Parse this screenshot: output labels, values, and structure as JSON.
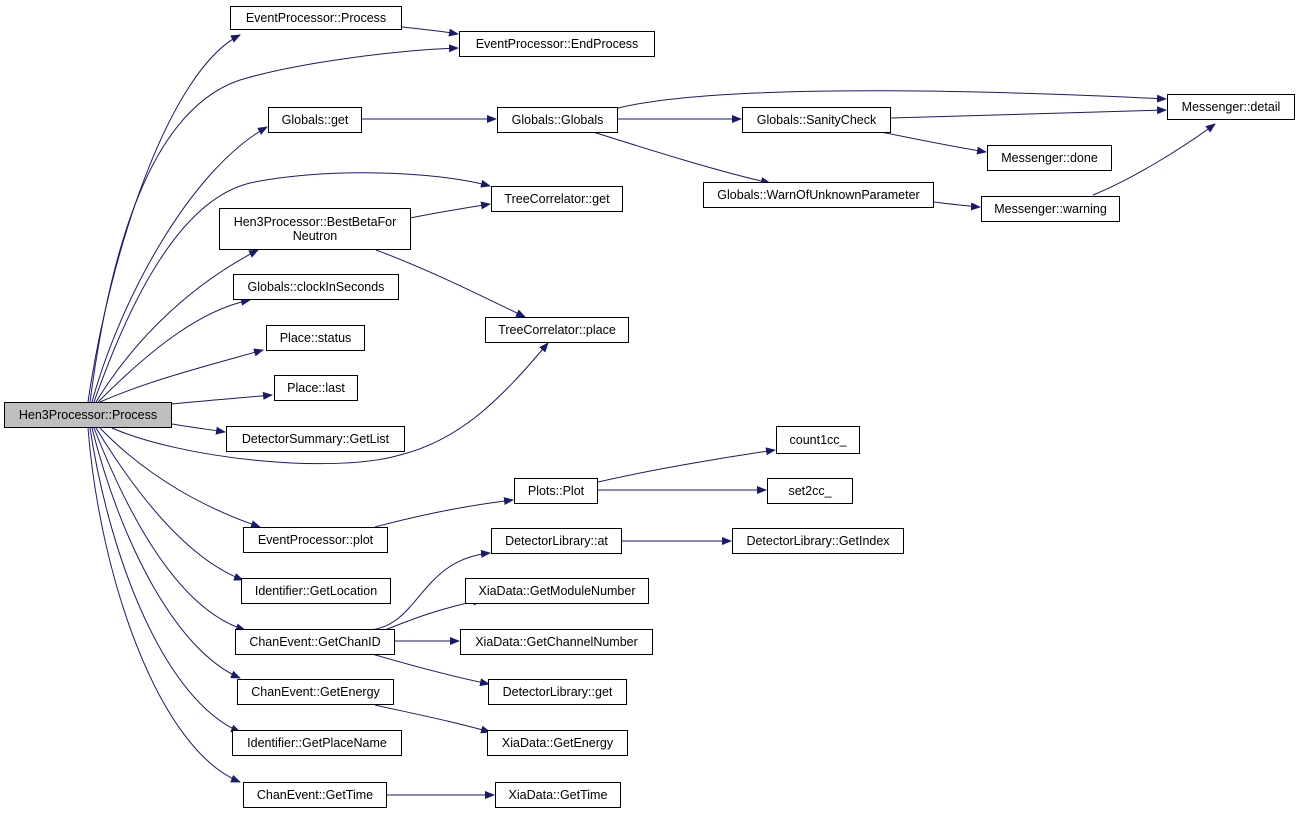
{
  "colors": {
    "edge": "#191970",
    "node_border": "#000000",
    "node_fill": "#ffffff",
    "root_fill": "#bfbfbf"
  },
  "nodes": {
    "root": {
      "lines": [
        "Hen3Processor::Process"
      ]
    },
    "ep_process": {
      "lines": [
        "EventProcessor::Process"
      ]
    },
    "ep_endprocess": {
      "lines": [
        "EventProcessor::EndProcess"
      ]
    },
    "globals_get": {
      "lines": [
        "Globals::get"
      ]
    },
    "globals_globals": {
      "lines": [
        "Globals::Globals"
      ]
    },
    "globals_sanity": {
      "lines": [
        "Globals::SanityCheck"
      ]
    },
    "messenger_detail": {
      "lines": [
        "Messenger::detail"
      ]
    },
    "messenger_done": {
      "lines": [
        "Messenger::done"
      ]
    },
    "globals_warn": {
      "lines": [
        "Globals::WarnOfUnknownParameter"
      ]
    },
    "messenger_warning": {
      "lines": [
        "Messenger::warning"
      ]
    },
    "tc_get": {
      "lines": [
        "TreeCorrelator::get"
      ]
    },
    "bestbeta": {
      "lines": [
        "Hen3Processor::BestBetaFor",
        "Neutron"
      ]
    },
    "clock": {
      "lines": [
        "Globals::clockInSeconds"
      ]
    },
    "tc_place": {
      "lines": [
        "TreeCorrelator::place"
      ]
    },
    "place_status": {
      "lines": [
        "Place::status"
      ]
    },
    "place_last": {
      "lines": [
        "Place::last"
      ]
    },
    "ds_getlist": {
      "lines": [
        "DetectorSummary::GetList"
      ]
    },
    "count1cc": {
      "lines": [
        "count1cc_"
      ]
    },
    "plots_plot": {
      "lines": [
        "Plots::Plot"
      ]
    },
    "set2cc": {
      "lines": [
        "set2cc_"
      ]
    },
    "ep_plot": {
      "lines": [
        "EventProcessor::plot"
      ]
    },
    "dl_at": {
      "lines": [
        "DetectorLibrary::at"
      ]
    },
    "dl_getindex": {
      "lines": [
        "DetectorLibrary::GetIndex"
      ]
    },
    "id_getlocation": {
      "lines": [
        "Identifier::GetLocation"
      ]
    },
    "xia_module": {
      "lines": [
        "XiaData::GetModuleNumber"
      ]
    },
    "ce_getchanid": {
      "lines": [
        "ChanEvent::GetChanID"
      ]
    },
    "xia_channel": {
      "lines": [
        "XiaData::GetChannelNumber"
      ]
    },
    "dl_get": {
      "lines": [
        "DetectorLibrary::get"
      ]
    },
    "ce_getenergy": {
      "lines": [
        "ChanEvent::GetEnergy"
      ]
    },
    "xia_energy": {
      "lines": [
        "XiaData::GetEnergy"
      ]
    },
    "id_getplacename": {
      "lines": [
        "Identifier::GetPlaceName"
      ]
    },
    "ce_gettime": {
      "lines": [
        "ChanEvent::GetTime"
      ]
    },
    "xia_time": {
      "lines": [
        "XiaData::GetTime"
      ]
    }
  }
}
